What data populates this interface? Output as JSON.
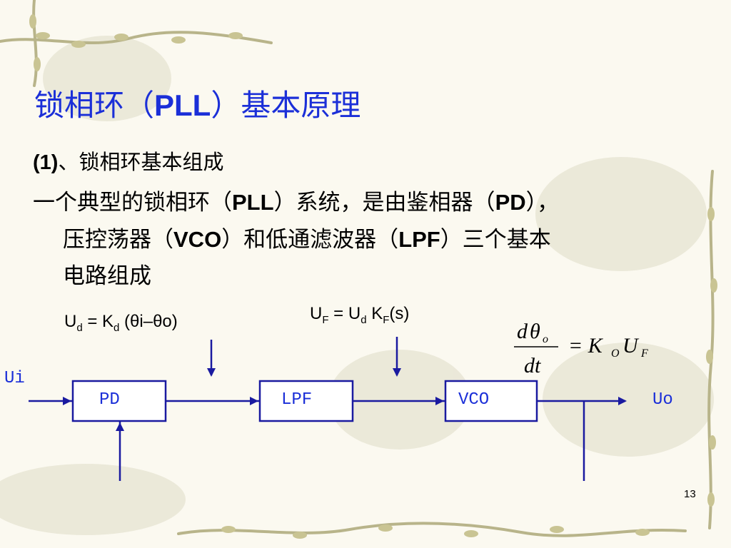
{
  "title": {
    "part1": "锁相环（",
    "part2": "PLL",
    "part3": "）基本原理"
  },
  "subtitle": {
    "num": "(1)",
    "text": "、锁相环基本组成"
  },
  "paragraph": {
    "line1_a": "一个典型的锁相环（",
    "line1_b": "PLL",
    "line1_c": "）系统，是由鉴相器（",
    "line1_d": "PD",
    "line1_e": "），",
    "line2_a": "压控荡器（",
    "line2_b": "VCO",
    "line2_c": "）和低通滤波器（",
    "line2_d": "LPF",
    "line2_e": "）三个基本",
    "line3": "电路组成"
  },
  "formula_ud": {
    "u": "U",
    "u_sub": "d",
    "mid": " = K",
    "k_sub": "d",
    "rest": " (θi–θo)"
  },
  "formula_uf": {
    "u": "U",
    "u_sub": "F",
    "mid": " = U",
    "ud_sub": "d",
    "k": " K",
    "k_sub": "F",
    "rest": "(s)"
  },
  "formula_vco": {
    "num_d": "d",
    "num_theta": "θ",
    "num_sub": "o",
    "den": "dt",
    "eq": "= K",
    "k_sub": "O",
    "u": "U",
    "u_sub": "F"
  },
  "blocks": {
    "pd": "PD",
    "lpf": "LPF",
    "vco": "VCO"
  },
  "signals": {
    "input": "Ui",
    "output": "Uo"
  },
  "page_number": "13",
  "colors": {
    "title": "#1b2fd8",
    "diagram_line": "#1a1aa0",
    "background": "#fbf9f0"
  }
}
